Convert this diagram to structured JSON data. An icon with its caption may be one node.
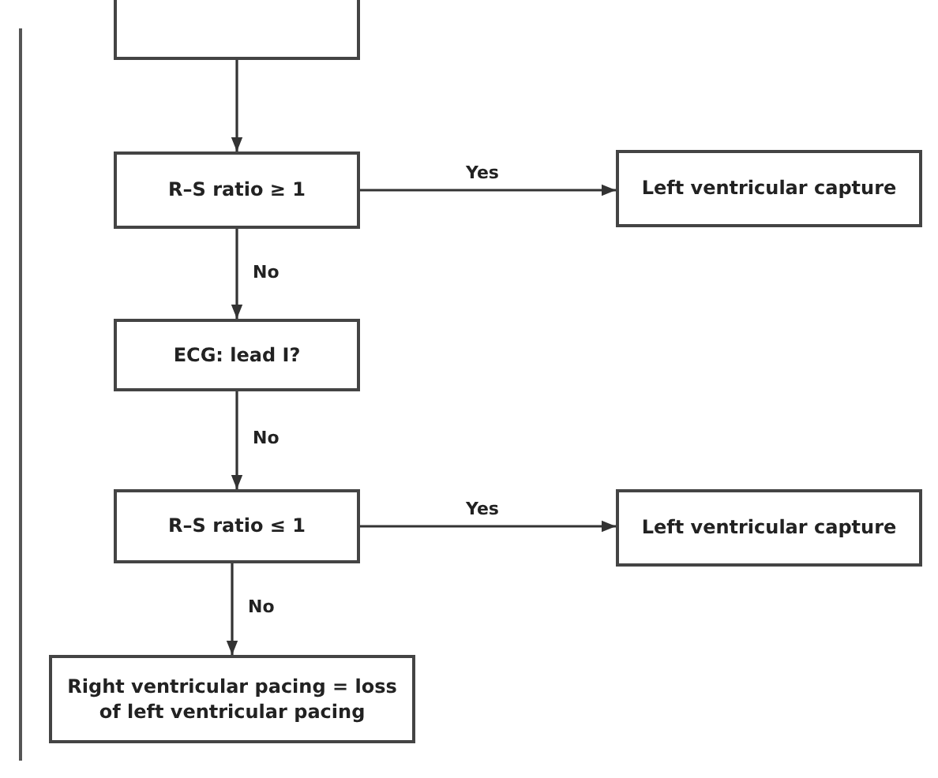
{
  "diagram": {
    "nodes": [
      {
        "text": [],
        "shape": "box"
      },
      {
        "text": [
          "R–S ratio ≥ 1"
        ]
      },
      {
        "text": [
          "Left ventricular capture"
        ]
      },
      {
        "text": [
          "ECG: lead I?"
        ]
      },
      {
        "text": [
          "R–S ratio ≤ 1"
        ]
      },
      {
        "text": [
          "Left ventricular capture"
        ]
      },
      {
        "text": [
          "Right ventricular pacing = loss of left ventricular pacing"
        ]
      }
    ],
    "edges": [
      {
        "from": 0,
        "to": 1,
        "arrow": "to"
      },
      {
        "from": 1,
        "to": 2,
        "arrow": "to",
        "label": "Yes"
      },
      {
        "from": 1,
        "to": 3,
        "arrow": "to",
        "label": "No"
      },
      {
        "from": 3,
        "to": 4,
        "arrow": "to",
        "label": "No"
      },
      {
        "from": 4,
        "to": 5,
        "arrow": "to",
        "label": "Yes"
      },
      {
        "from": 4,
        "to": 6,
        "arrow": "to",
        "label": "No"
      }
    ]
  }
}
